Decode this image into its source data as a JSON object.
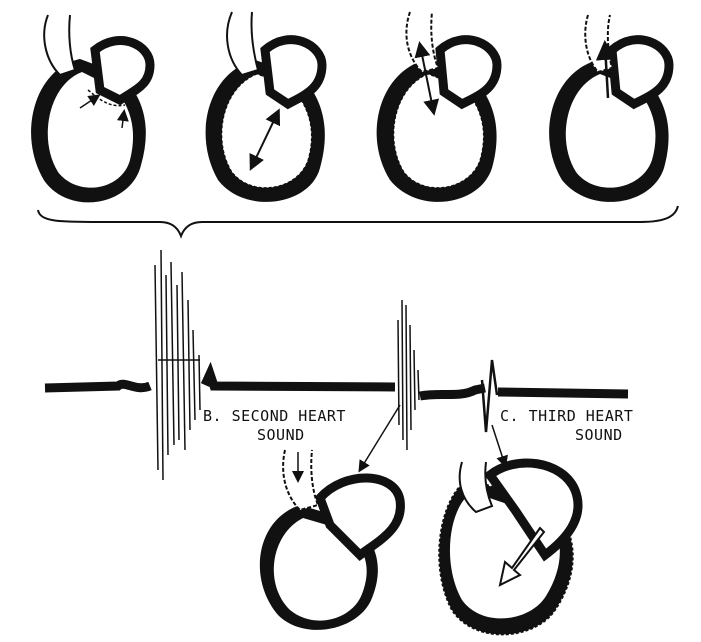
{
  "labels": {
    "second_heart_sound_line1": "B. SECOND  HEART",
    "second_heart_sound_line2": "SOUND",
    "third_heart_sound_line1": "C. THIRD  HEART",
    "third_heart_sound_line2": "SOUND"
  },
  "colors": {
    "ink": "#111111",
    "background": "#ffffff",
    "heart_interior": "#ffffff"
  },
  "icons": {
    "heart_top": [
      "heart-diagram-icon",
      "heart-diagram-icon",
      "heart-diagram-icon",
      "heart-diagram-icon"
    ],
    "heart_bottom": [
      "heart-diagram-icon",
      "heart-diagram-icon"
    ]
  }
}
